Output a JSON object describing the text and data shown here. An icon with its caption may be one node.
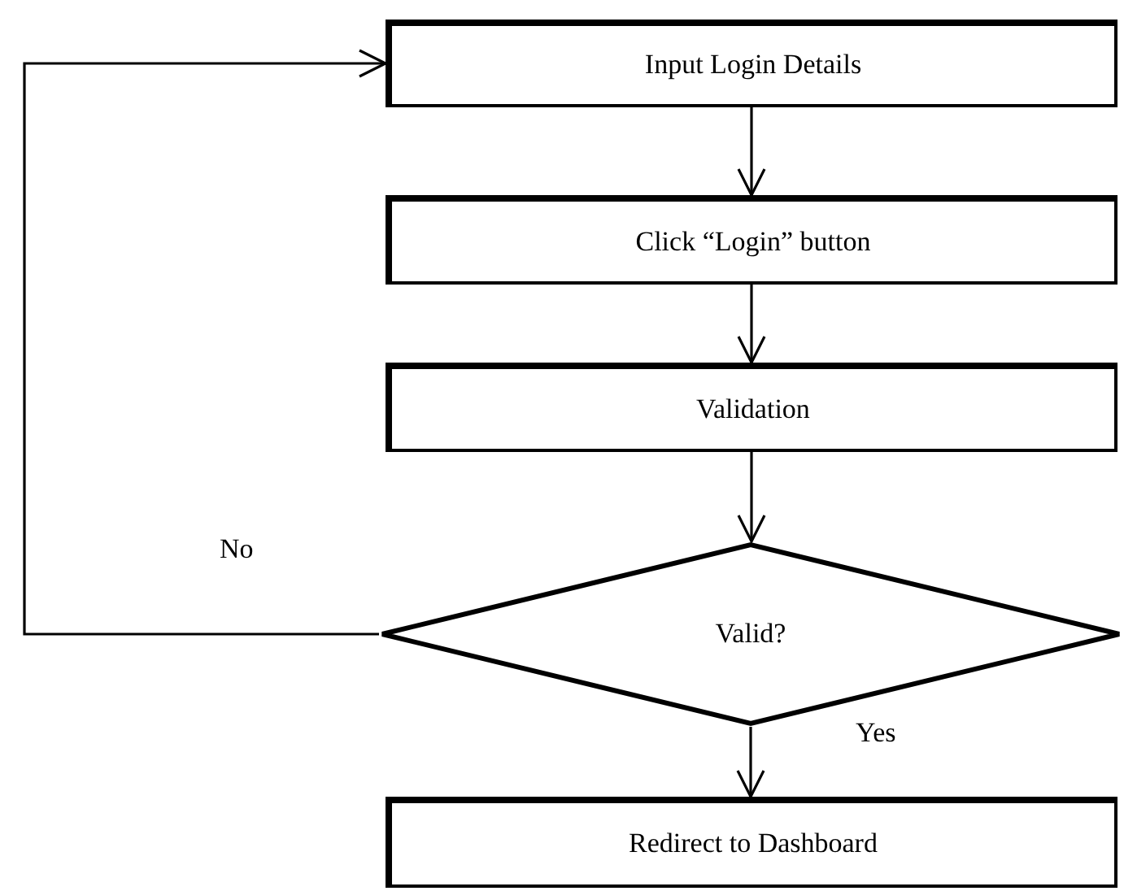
{
  "diagram": {
    "nodes": [
      {
        "text": [
          "Input Login Details"
        ]
      },
      {
        "text": [
          "Click “Login” button"
        ]
      },
      {
        "text": [
          "Validation"
        ]
      },
      {
        "text": [
          "Valid?"
        ]
      },
      {
        "text": [
          "Redirect to Dashboard"
        ]
      }
    ],
    "edges": [
      {
        "from": 0,
        "to": 1,
        "arrow": "to"
      },
      {
        "from": 1,
        "to": 2,
        "arrow": "to"
      },
      {
        "from": 2,
        "to": 3,
        "arrow": "to"
      },
      {
        "from": 3,
        "to": 4,
        "arrow": "to",
        "label": "Yes"
      },
      {
        "from": 3,
        "to": 0,
        "arrow": "to",
        "label": "No"
      }
    ]
  }
}
